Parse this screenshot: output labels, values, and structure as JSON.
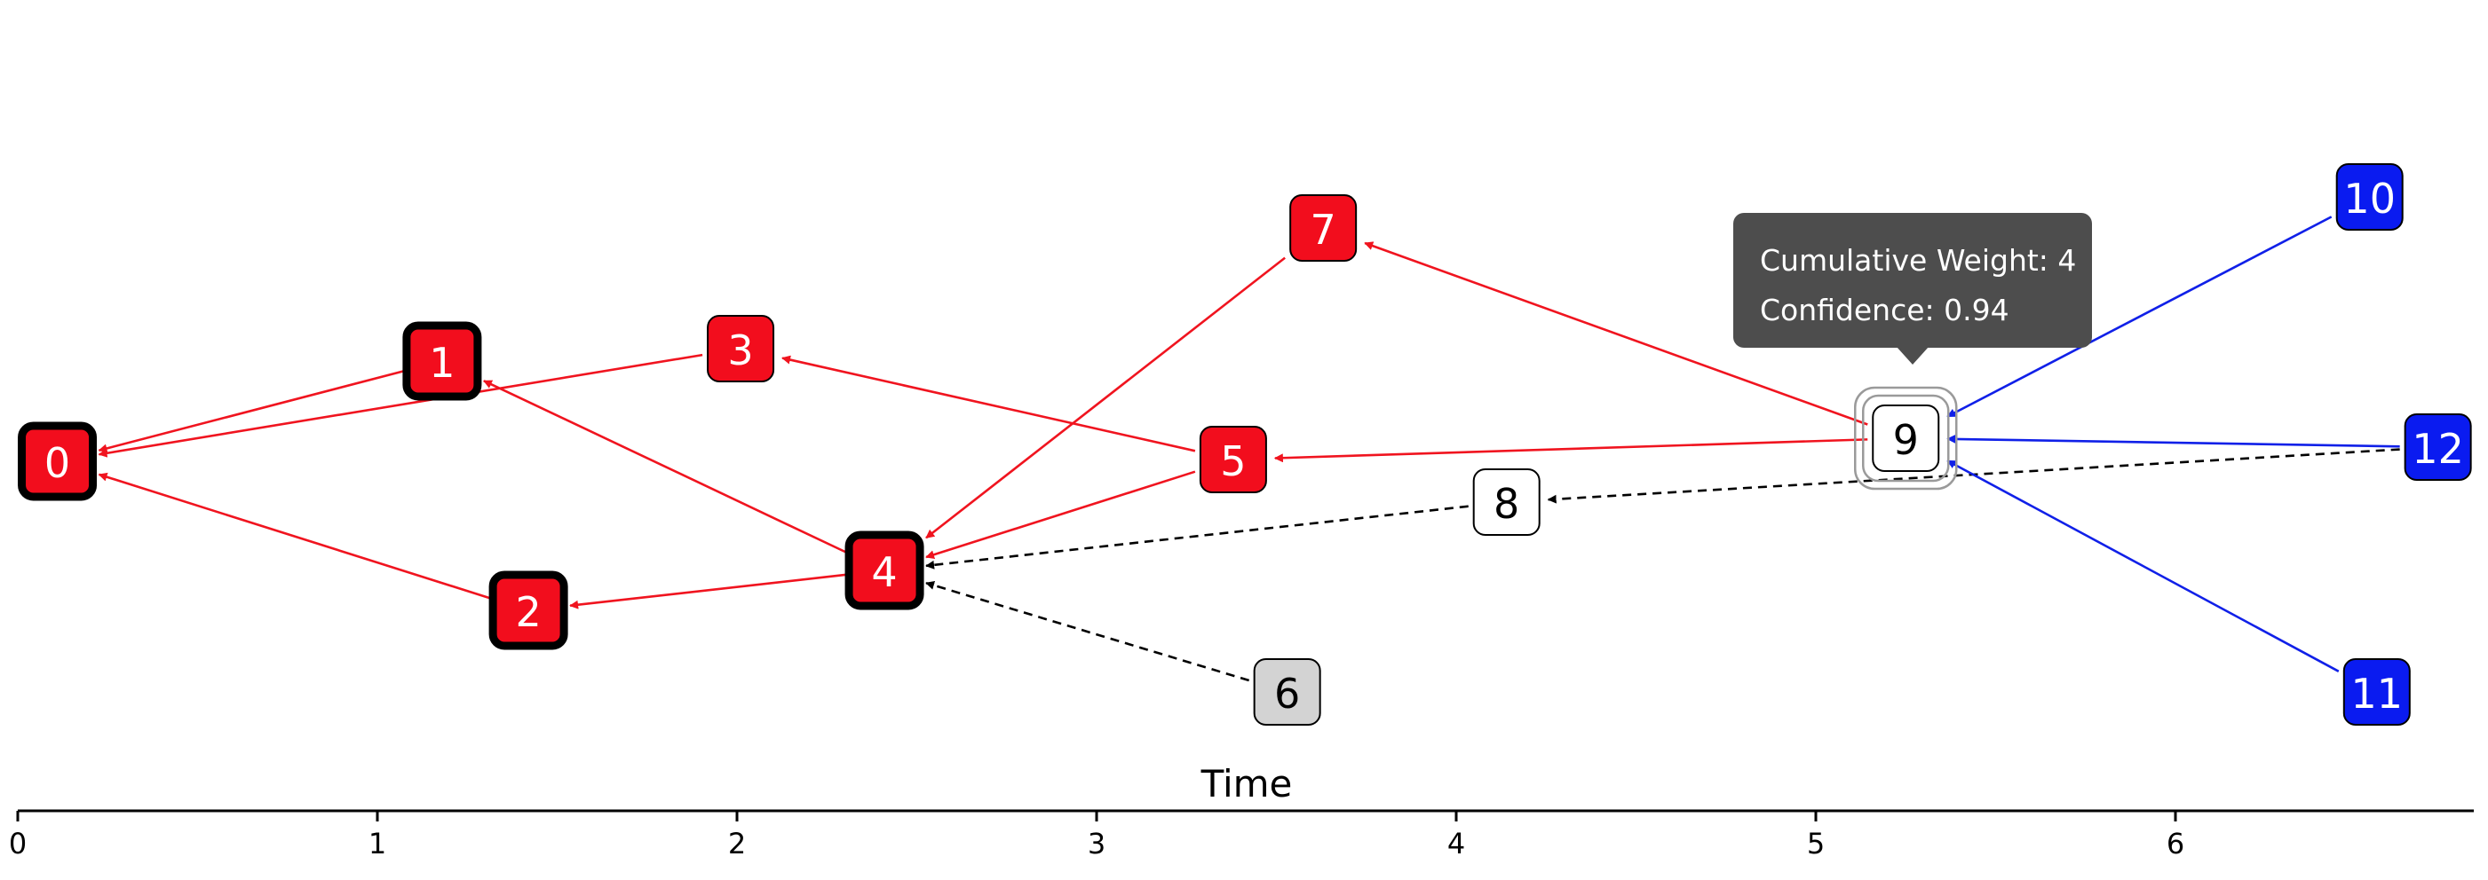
{
  "colors": {
    "confirmed": "#f20d1d",
    "pending_blue": "#0a1bf0",
    "tip": "#ffffff",
    "orphan": "#d3d3d3",
    "red_edge": "#f0141f",
    "blue_edge": "#1020e8",
    "dashed_edge": "#000000"
  },
  "axis": {
    "title": "Time",
    "ticks": [
      "0",
      "1",
      "2",
      "3",
      "4",
      "5",
      "6"
    ]
  },
  "tooltip": {
    "weight_text": "Cumulative Weight: 4",
    "confidence_text": "Confidence: 0.94"
  },
  "chart_data": {
    "type": "diagram",
    "xlabel": "Time",
    "xlim": [
      0,
      6.85
    ],
    "nodes": [
      {
        "id": "0",
        "time": 0.11,
        "status": "confirmed",
        "milestone": true
      },
      {
        "id": "1",
        "time": 1.18,
        "status": "confirmed",
        "milestone": true
      },
      {
        "id": "2",
        "time": 1.42,
        "status": "confirmed",
        "milestone": true
      },
      {
        "id": "3",
        "time": 2.01,
        "status": "confirmed",
        "milestone": false
      },
      {
        "id": "4",
        "time": 2.41,
        "status": "confirmed",
        "milestone": true
      },
      {
        "id": "5",
        "time": 3.38,
        "status": "confirmed",
        "milestone": false
      },
      {
        "id": "6",
        "time": 3.53,
        "status": "orphan",
        "milestone": false
      },
      {
        "id": "7",
        "time": 3.63,
        "status": "confirmed",
        "milestone": false
      },
      {
        "id": "8",
        "time": 4.14,
        "status": "tip",
        "milestone": false
      },
      {
        "id": "9",
        "time": 5.25,
        "status": "tip",
        "milestone": false,
        "selected": true
      },
      {
        "id": "10",
        "time": 6.54,
        "status": "pending",
        "milestone": false
      },
      {
        "id": "11",
        "time": 6.56,
        "status": "pending",
        "milestone": false
      },
      {
        "id": "12",
        "time": 6.73,
        "status": "pending",
        "milestone": false
      }
    ],
    "edges": [
      {
        "from": "1",
        "to": "0",
        "style": "red"
      },
      {
        "from": "3",
        "to": "0",
        "style": "red"
      },
      {
        "from": "2",
        "to": "0",
        "style": "red"
      },
      {
        "from": "4",
        "to": "1",
        "style": "red"
      },
      {
        "from": "4",
        "to": "2",
        "style": "red"
      },
      {
        "from": "5",
        "to": "3",
        "style": "red"
      },
      {
        "from": "5",
        "to": "4",
        "style": "red"
      },
      {
        "from": "7",
        "to": "4",
        "style": "red"
      },
      {
        "from": "9",
        "to": "7",
        "style": "red"
      },
      {
        "from": "9",
        "to": "5",
        "style": "red"
      },
      {
        "from": "6",
        "to": "4",
        "style": "dashed"
      },
      {
        "from": "8",
        "to": "4",
        "style": "dashed"
      },
      {
        "from": "12",
        "to": "8",
        "style": "dashed"
      },
      {
        "from": "10",
        "to": "9",
        "style": "blue"
      },
      {
        "from": "12",
        "to": "9",
        "style": "blue"
      },
      {
        "from": "11",
        "to": "9",
        "style": "blue"
      }
    ]
  }
}
